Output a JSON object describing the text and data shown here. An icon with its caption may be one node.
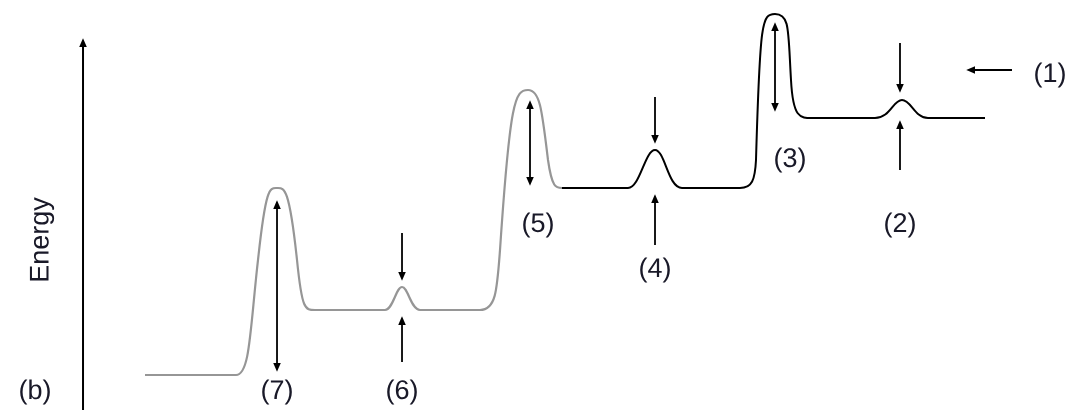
{
  "diagram": {
    "labels": [
      "(1)",
      "(3)",
      "(5)",
      "(2)",
      "Energy",
      "(4)",
      "(b)",
      "(7)",
      "(6)"
    ]
  }
}
